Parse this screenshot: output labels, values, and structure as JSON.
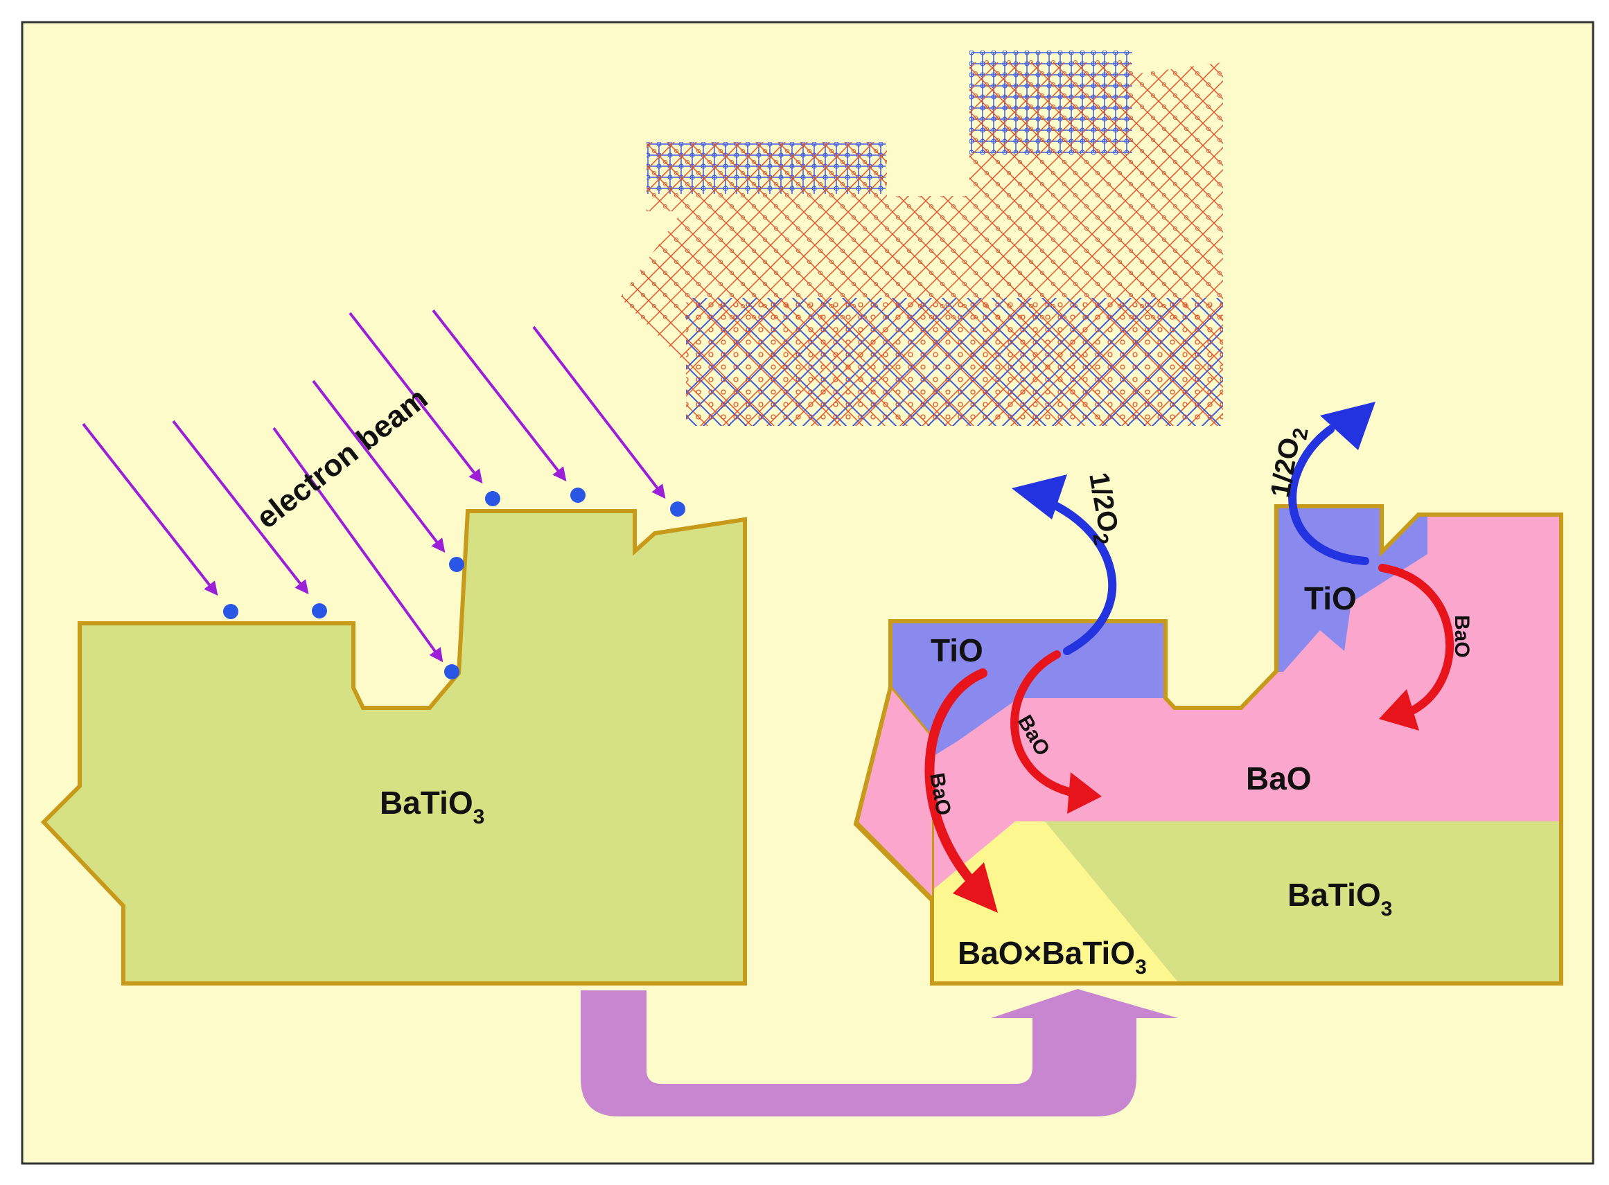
{
  "colors": {
    "background": "#fdfbc9",
    "frame": "#333333",
    "crystal_fill": "#d6e184",
    "crystal_edge": "#c89a1a",
    "bao_fill": "#fba6cc",
    "tio_fill": "#8a89ee",
    "composite_fill": "#fdf790",
    "electron_dot": "#2a56e6",
    "beam_arrow": "#9b1fd6",
    "transition_arrow": "#c885d0",
    "bao_arrow": "#e8141c",
    "o2_arrow": "#2433e0",
    "lattice_blue": "#3a5be0",
    "lattice_red": "#e2542c"
  },
  "icons": {
    "electron": "filled-circle",
    "beam": "straight-arrow",
    "transition": "u-turn-arrow",
    "migration": "curved-arrow"
  },
  "labels": {
    "beam": "electron beam",
    "left_crystal_main": "BaTiO",
    "left_crystal_sub": "3",
    "tio_left": "TiO",
    "tio_right": "TiO",
    "bao_main": "BaO",
    "bao_arrow_1": "BaO",
    "bao_arrow_2": "BaO",
    "bao_arrow_3": "BaO",
    "right_crystal_main": "BaTiO",
    "right_crystal_sub": "3",
    "composite_main": "BaO×BaTiO",
    "composite_sub": "3",
    "o2_left_main": "1/2O",
    "o2_left_sub": "2",
    "o2_right_main": "1/2O",
    "o2_right_sub": "2"
  }
}
